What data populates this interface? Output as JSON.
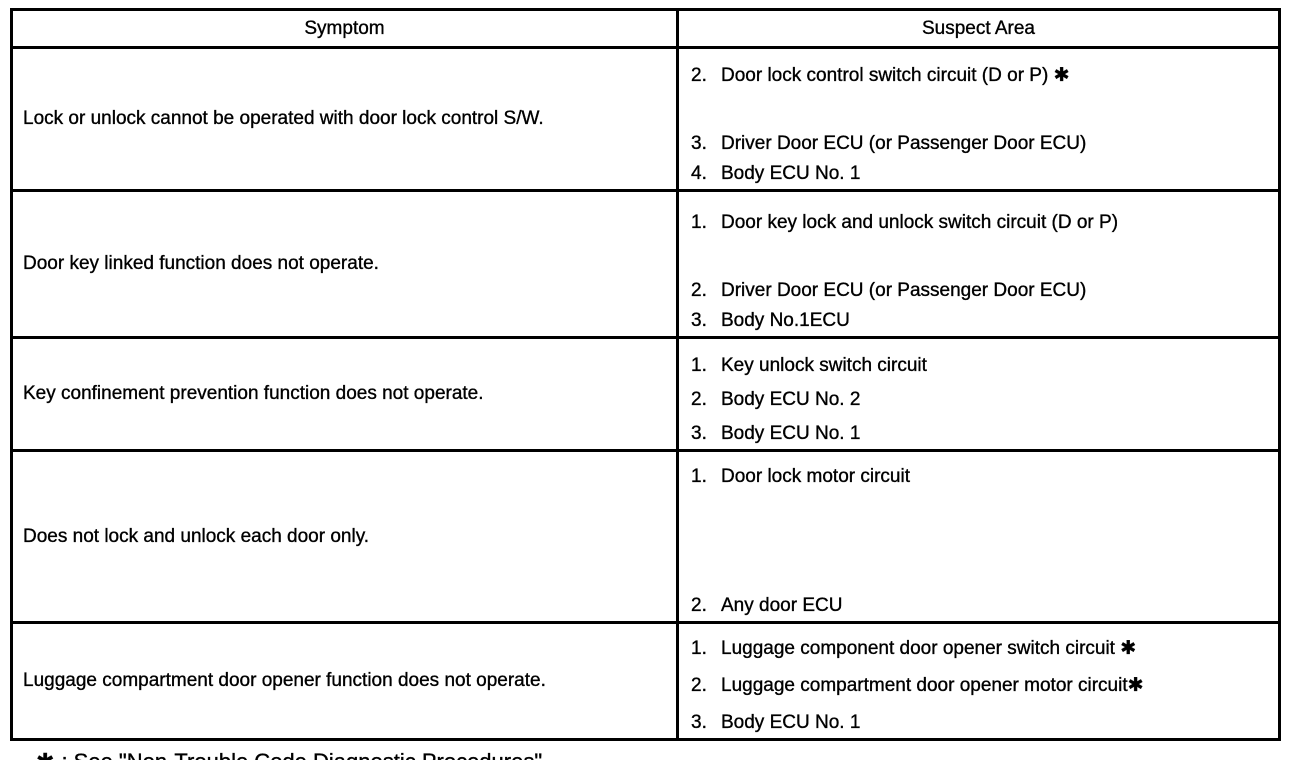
{
  "table": {
    "headers": [
      "Symptom",
      "Suspect Area"
    ],
    "rows": [
      {
        "symptom": "Lock or unlock cannot be operated with door lock control S/W.",
        "suspects": [
          {
            "num": "2.",
            "text": "Door lock control switch circuit (D or P) ✱"
          },
          {
            "num": "3.",
            "text": "Driver Door ECU (or Passenger Door ECU)"
          },
          {
            "num": "4.",
            "text": "Body ECU No. 1"
          }
        ]
      },
      {
        "symptom": "Door key linked function does not operate.",
        "suspects": [
          {
            "num": "1.",
            "text": "Door key lock and unlock switch circuit (D or P)"
          },
          {
            "num": "2.",
            "text": "Driver Door ECU (or Passenger Door ECU)"
          },
          {
            "num": "3.",
            "text": "Body No.1ECU"
          }
        ]
      },
      {
        "symptom": "Key confinement prevention function does not operate.",
        "suspects": [
          {
            "num": "1.",
            "text": "Key unlock switch circuit"
          },
          {
            "num": "2.",
            "text": "Body ECU No. 2"
          },
          {
            "num": "3.",
            "text": "Body ECU No. 1"
          }
        ]
      },
      {
        "symptom": "Does not lock and unlock each door only.",
        "suspects": [
          {
            "num": "1.",
            "text": "Door lock motor circuit"
          },
          {
            "num": "2.",
            "text": "Any door ECU"
          }
        ]
      },
      {
        "symptom": "Luggage compartment door opener function does not operate.",
        "suspects": [
          {
            "num": "1.",
            "text": "Luggage component door opener switch circuit ✱"
          },
          {
            "num": "2.",
            "text": "Luggage compartment door opener motor circuit✱"
          },
          {
            "num": "3.",
            "text": "Body ECU No. 1"
          }
        ]
      }
    ]
  },
  "footnote": {
    "symbol": "✱",
    "text": ": See \"Non-Trouble Code Diagnostic Procedures\"."
  },
  "colors": {
    "ink": "#000000",
    "paper": "#ffffff"
  }
}
